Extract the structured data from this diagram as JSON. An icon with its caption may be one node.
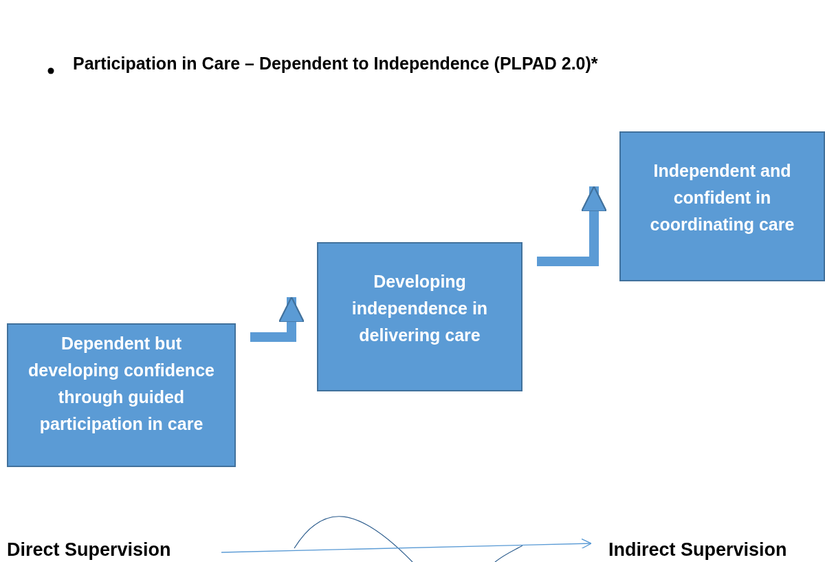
{
  "diagram": {
    "title": "Participation in Care – Dependent to Independence (PLPAD 2.0)*",
    "nodes": [
      {
        "text": [
          "Dependent but developing confidence through guided participation in care"
        ]
      },
      {
        "text": [
          "Developing independence in delivering care"
        ]
      },
      {
        "text": [
          "Independent and confident in coordinating care"
        ]
      },
      {
        "text": [
          "Direct Supervision"
        ]
      },
      {
        "text": [
          "Indirect Supervision"
        ]
      }
    ],
    "edges": [
      {
        "from": 0,
        "to": 1,
        "arrow": "to"
      },
      {
        "from": 1,
        "to": 2,
        "arrow": "to"
      },
      {
        "from": 3,
        "to": 4,
        "arrow": "to"
      }
    ]
  }
}
